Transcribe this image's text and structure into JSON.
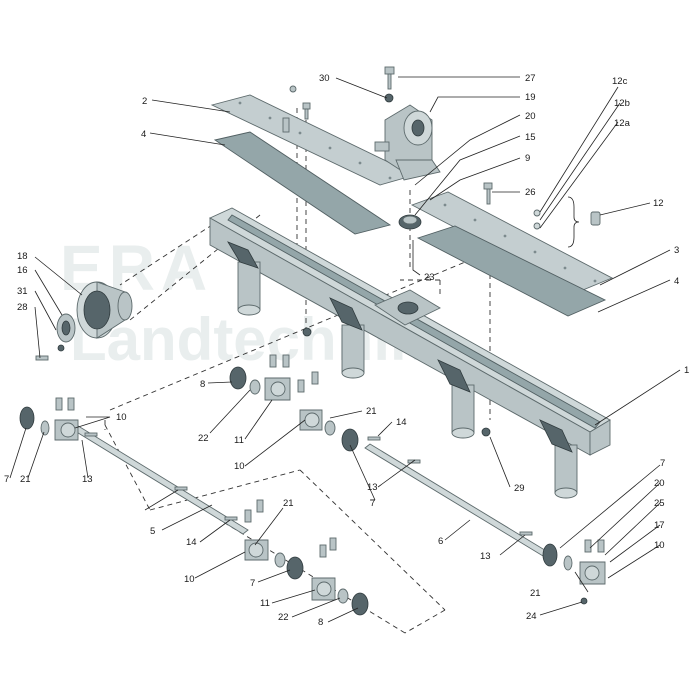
{
  "watermark": {
    "line1": "ERA",
    "line2": "Landtechnik"
  },
  "callouts": [
    {
      "id": "c30",
      "text": "30"
    },
    {
      "id": "c27",
      "text": "27"
    },
    {
      "id": "c12c",
      "text": "12c"
    },
    {
      "id": "c2",
      "text": "2"
    },
    {
      "id": "c19",
      "text": "19"
    },
    {
      "id": "c12b",
      "text": "12b"
    },
    {
      "id": "c20a",
      "text": "20"
    },
    {
      "id": "c12a",
      "text": "12a"
    },
    {
      "id": "c4a",
      "text": "4"
    },
    {
      "id": "c15",
      "text": "15"
    },
    {
      "id": "c9",
      "text": "9"
    },
    {
      "id": "c26",
      "text": "26"
    },
    {
      "id": "c12",
      "text": "12"
    },
    {
      "id": "c18",
      "text": "18"
    },
    {
      "id": "c16",
      "text": "16"
    },
    {
      "id": "c23",
      "text": "23"
    },
    {
      "id": "c3",
      "text": "3"
    },
    {
      "id": "c31",
      "text": "31"
    },
    {
      "id": "c28",
      "text": "28"
    },
    {
      "id": "c4b",
      "text": "4"
    },
    {
      "id": "c1",
      "text": "1"
    },
    {
      "id": "c8a",
      "text": "8"
    },
    {
      "id": "c10a",
      "text": "10"
    },
    {
      "id": "c21a",
      "text": "21"
    },
    {
      "id": "c14a",
      "text": "14"
    },
    {
      "id": "c22a",
      "text": "22"
    },
    {
      "id": "c11a",
      "text": "11"
    },
    {
      "id": "c10b",
      "text": "10"
    },
    {
      "id": "c7a",
      "text": "7"
    },
    {
      "id": "c21b",
      "text": "21"
    },
    {
      "id": "c13a",
      "text": "13"
    },
    {
      "id": "c7b",
      "text": "7"
    },
    {
      "id": "c29",
      "text": "29"
    },
    {
      "id": "c13b",
      "text": "13"
    },
    {
      "id": "c7c",
      "text": "7"
    },
    {
      "id": "c5",
      "text": "5"
    },
    {
      "id": "c14b",
      "text": "14"
    },
    {
      "id": "c21c",
      "text": "21"
    },
    {
      "id": "c20b",
      "text": "20"
    },
    {
      "id": "c6",
      "text": "6"
    },
    {
      "id": "c25",
      "text": "25"
    },
    {
      "id": "c13c",
      "text": "13"
    },
    {
      "id": "c17",
      "text": "17"
    },
    {
      "id": "c10c",
      "text": "10"
    },
    {
      "id": "c10d",
      "text": "10"
    },
    {
      "id": "c7d",
      "text": "7"
    },
    {
      "id": "c21d",
      "text": "21"
    },
    {
      "id": "c11b",
      "text": "11"
    },
    {
      "id": "c22b",
      "text": "22"
    },
    {
      "id": "c8b",
      "text": "8"
    },
    {
      "id": "c24",
      "text": "24"
    }
  ]
}
